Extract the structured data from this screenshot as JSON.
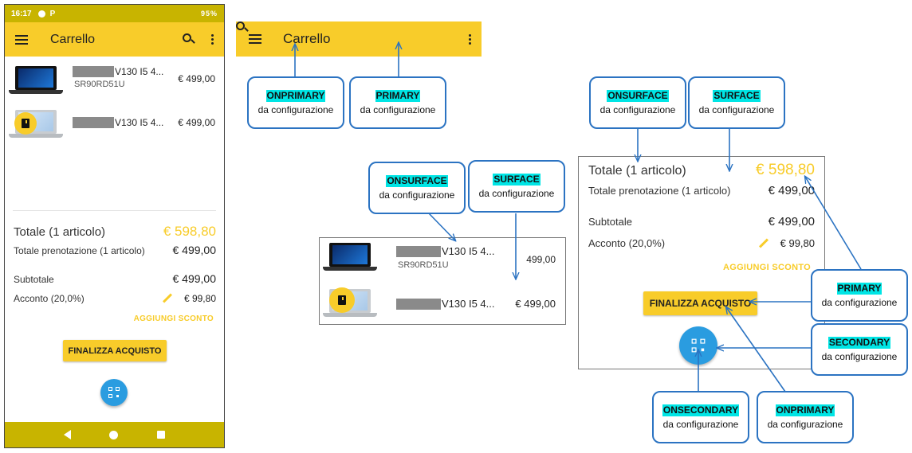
{
  "phone": {
    "status": {
      "time": "16:17",
      "p": "P",
      "battery": "95%"
    },
    "title": "Carrello",
    "items": [
      {
        "name": "V130 I5 4...",
        "sku": "SR90RD51U",
        "price": "€ 499,00"
      },
      {
        "name": "V130 I5 4...",
        "price": "€ 499,00"
      }
    ],
    "summary": {
      "total_label": "Totale (1 articolo)",
      "total_value": "€ 598,80",
      "booking_label": "Totale prenotazione (1 articolo)",
      "booking_value": "€ 499,00",
      "subtotal_label": "Subtotale",
      "subtotal_value": "€ 499,00",
      "deposit_label": "Acconto (20,0%)",
      "deposit_value": "€ 99,80",
      "discount_link": "AGGIUNGI SCONTO"
    },
    "checkout_button": "FINALIZZA ACQUISTO"
  },
  "diagram": {
    "bar_title": "Carrello",
    "mid_items": [
      {
        "name": "V130 I5 4...",
        "sku": "SR90RD51U",
        "price": "499,00"
      },
      {
        "name": "V130 I5 4...",
        "price": "€ 499,00"
      }
    ],
    "summary": {
      "total_label": "Totale (1 articolo)",
      "total_value": "€ 598,80",
      "booking_label": "Totale prenotazione (1 articolo)",
      "booking_value": "€ 499,00",
      "subtotal_label": "Subtotale",
      "subtotal_value": "€ 499,00",
      "deposit_label": "Acconto (20,0%)",
      "deposit_value": "€ 99,80",
      "discount_link": "AGGIUNGI SCONTO",
      "checkout_button": "FINALIZZA ACQUISTO"
    },
    "callout_sub": "da configurazione",
    "callouts": {
      "onprimary_top": "ONPRIMARY",
      "primary_top": "PRIMARY",
      "onsurface_mid": "ONSURFACE",
      "surface_mid": "SURFACE",
      "onsurface_right": "ONSURFACE",
      "surface_right": "SURFACE",
      "primary_right": "PRIMARY",
      "secondary_right": "SECONDARY",
      "onsecondary_bottom": "ONSECONDARY",
      "onprimary_bottom": "ONPRIMARY"
    }
  },
  "colors": {
    "primary": "#f8cc2a",
    "status_bar": "#c8b400",
    "secondary": "#2a9ce0",
    "highlight": "#00e5e5",
    "arrow": "#2b73c2"
  },
  "icons": [
    "menu-icon",
    "search-icon",
    "more-vert-icon",
    "qr-code-icon",
    "edit-icon",
    "book-icon",
    "nav-back-icon",
    "nav-home-icon",
    "nav-recent-icon"
  ]
}
